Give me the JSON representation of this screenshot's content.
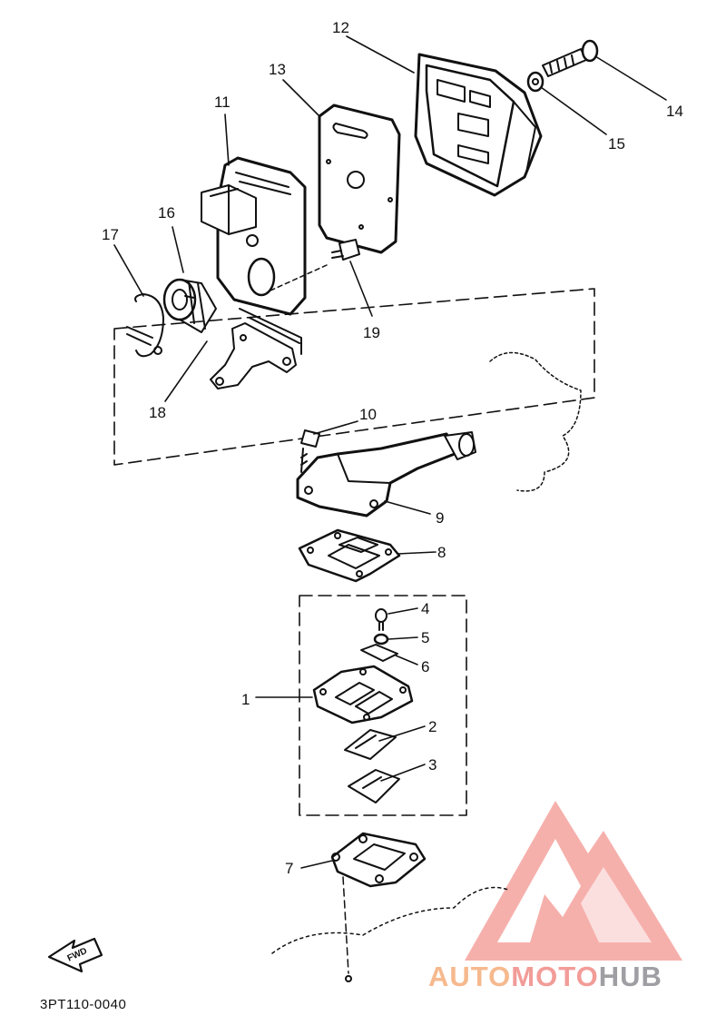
{
  "diagram": {
    "part_labels": {
      "p1": "1",
      "p2": "2",
      "p3": "3",
      "p4": "4",
      "p5": "5",
      "p6": "6",
      "p7": "7",
      "p8": "8",
      "p9": "9",
      "p10": "10",
      "p11": "11",
      "p12": "12",
      "p13": "13",
      "p14": "14",
      "p15": "15",
      "p16": "16",
      "p17": "17",
      "p18": "18",
      "p19": "19"
    },
    "fwd_label": "FWD",
    "drawing_code": "3PT110-0040"
  },
  "watermark": {
    "text_part1": "AUTO",
    "text_part2": "MOTO",
    "text_part3": "HUB",
    "colors": {
      "auto": "#f6b98e",
      "moto": "#f29c98",
      "hub": "#9e9ea3",
      "logo": "#f2908c"
    }
  }
}
